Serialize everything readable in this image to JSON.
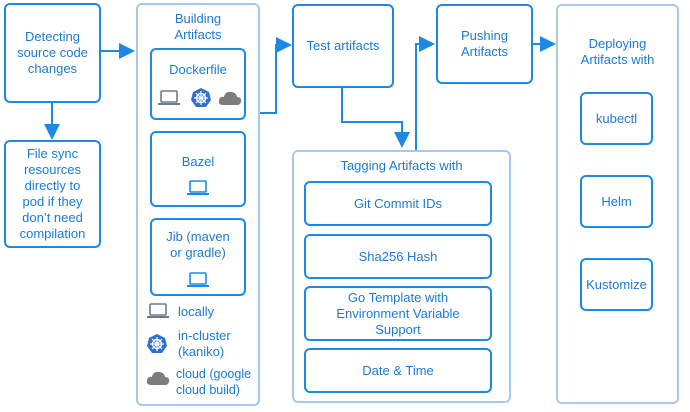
{
  "colors": {
    "accent": "#1e88e5",
    "outer_border": "#a9c9ea",
    "cloud": "#7d7d7d"
  },
  "detect": {
    "label": "Detecting\nsource code\nchanges"
  },
  "filesync": {
    "label": "File sync\nresources\ndirectly to\npod if they\ndon’t need\ncompilation"
  },
  "build": {
    "title": "Building\nArtifacts",
    "dockerfile": "Dockerfile",
    "bazel": "Bazel",
    "jib": "Jib (maven\nor gradle)"
  },
  "legend": {
    "locally": "locally",
    "incluster": "in-cluster\n(kaniko)",
    "cloud": "cloud (google\ncloud build)"
  },
  "test": {
    "label": "Test artifacts"
  },
  "tagging": {
    "title": "Tagging Artifacts with",
    "items": [
      "Git Commit IDs",
      "Sha256 Hash",
      "Go Template with\nEnvironment Variable\nSupport",
      "Date & Time"
    ]
  },
  "push": {
    "label": "Pushing\nArtifacts"
  },
  "deploy": {
    "title": "Deploying\nArtifacts with",
    "items": [
      "kubectl",
      "Helm",
      "Kustomize"
    ]
  }
}
